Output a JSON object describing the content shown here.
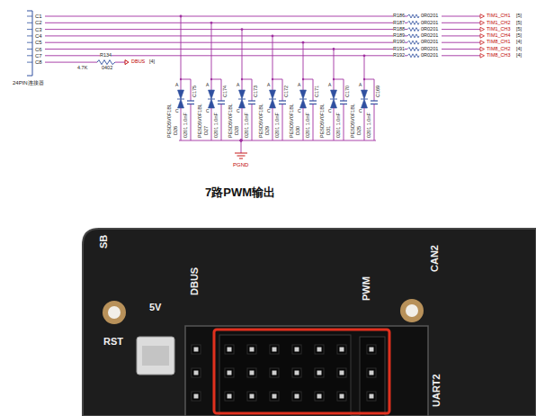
{
  "diagram": {
    "caption": "7路PWM输出",
    "labels": [
      "C1",
      "C2",
      "C3",
      "C4",
      "C5",
      "C6",
      "C7",
      "C8",
      "24PIN连接器",
      "R134",
      "4.7K",
      "0402",
      "DBUS",
      "[4]",
      "R186",
      "R187",
      "R188",
      "R189",
      "R190",
      "R191",
      "R192",
      "0R0201",
      "0R0201",
      "0R0201",
      "0R0201",
      "0R0201",
      "0R0201",
      "0R0201",
      "TIM1_CH1",
      "TIM1_CH2",
      "TIM1_CH3",
      "TIM1_CH4",
      "TIM8_CH1",
      "TIM8_CH2",
      "TIM8_CH3",
      "[5]",
      "[5]",
      "[5]",
      "[5]",
      "[4]",
      "[4]",
      "[4]",
      "D26",
      "D27",
      "D28",
      "D29",
      "D30",
      "D31",
      "D25",
      "C175",
      "C174",
      "C173",
      "C172",
      "C171",
      "C170",
      "C169",
      "PESD5V0F1BL",
      "PESD5V0F1BL",
      "PESD5V0F1BL",
      "PESD5V0F1BL",
      "PESD5V0F1BL",
      "PESD5V0F1BL",
      "PESD5V0F1BL",
      "0201 1.0nF",
      "0201 1.0nF",
      "0201 1.0nF",
      "0201 1.0nF",
      "0201 1.0nF",
      "0201 1.0nF",
      "0201 1.0nF",
      "A",
      "A",
      "A",
      "A",
      "A",
      "A",
      "A",
      "C",
      "C",
      "C",
      "C",
      "C",
      "C",
      "C",
      "PGND",
      "SB",
      "DBUS",
      "5V",
      "RST",
      "PWM",
      "CAN2",
      "UART2"
    ]
  }
}
